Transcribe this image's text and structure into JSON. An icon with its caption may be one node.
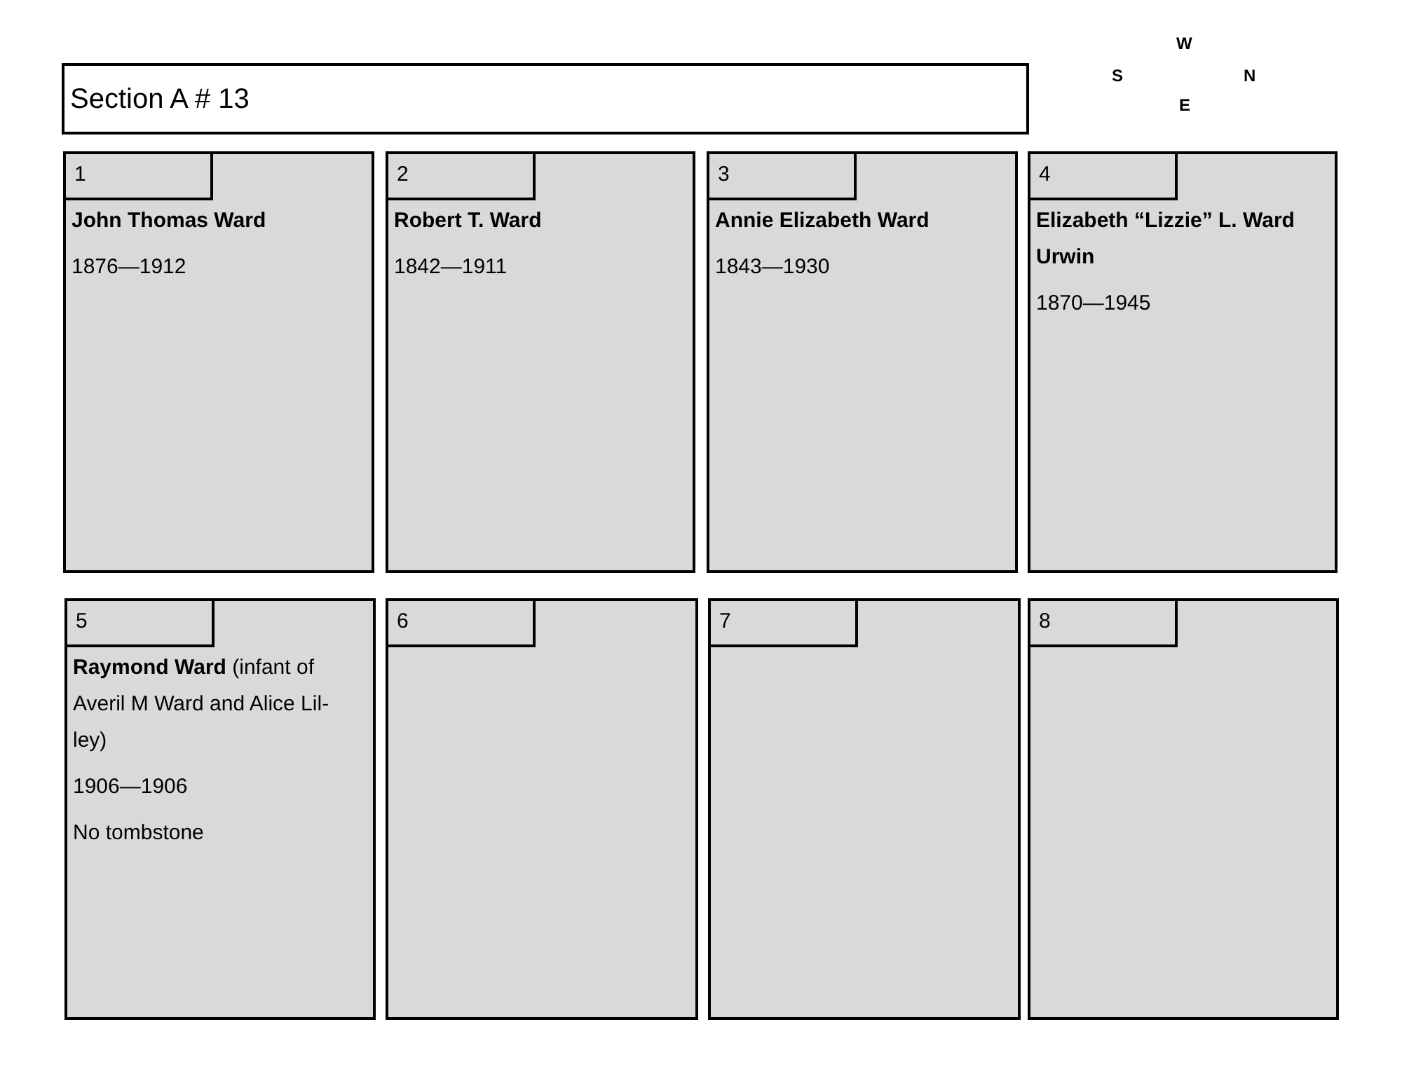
{
  "diagram": {
    "nodes": [
      {
        "text": [
          "Section A # 13"
        ]
      },
      {
        "text": [
          "John Thomas Ward",
          "1876—1912"
        ]
      },
      {
        "text": [
          "1"
        ],
        "in": 1
      },
      {
        "text": [
          "Robert T. Ward",
          "1842—1911"
        ]
      },
      {
        "text": [
          "2"
        ],
        "in": 3
      },
      {
        "text": [
          "Annie Elizabeth Ward",
          "1843—1930"
        ]
      },
      {
        "text": [
          "3"
        ],
        "in": 5
      },
      {
        "text": [
          "Elizabeth “Lizzie” L. Ward Urwin",
          "1870—1945"
        ]
      },
      {
        "text": [
          "4"
        ],
        "in": 7
      },
      {
        "text": [
          "**Raymond Ward** (infant of Averil M Ward and Alice Lil-ley)",
          "1906—1906",
          "No tombstone"
        ]
      },
      {
        "text": [
          "5"
        ],
        "in": 9
      },
      {
        "text": [],
        "shape": "box"
      },
      {
        "text": [
          "6"
        ],
        "in": 11
      },
      {
        "text": [],
        "shape": "box"
      },
      {
        "text": [
          "7"
        ],
        "in": 13
      },
      {
        "text": [],
        "shape": "box"
      },
      {
        "text": [
          "8"
        ],
        "in": 15
      }
    ],
    "labels": [
      "W",
      "S",
      "N",
      "E"
    ]
  }
}
